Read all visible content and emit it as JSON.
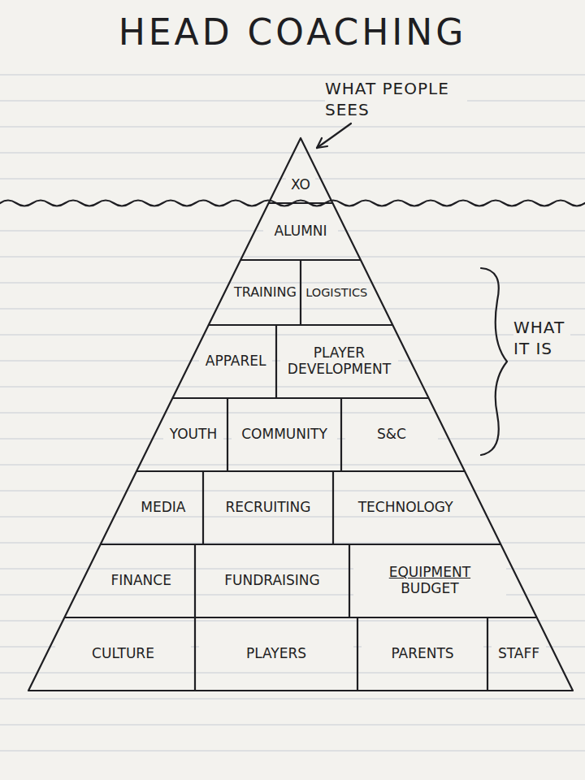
{
  "diagram": {
    "title": "HEAD COACHING",
    "nodes": [
      {
        "text": [
          "XO"
        ]
      },
      {
        "text": [
          "ALUMNI"
        ]
      },
      {
        "text": [
          "TRAINING"
        ]
      },
      {
        "text": [
          "LOGISTICS"
        ]
      },
      {
        "text": [
          "APPAREL"
        ]
      },
      {
        "text": [
          "PLAYER DEVELOPMENT"
        ]
      },
      {
        "text": [
          "YOUTH"
        ]
      },
      {
        "text": [
          "COMMUNITY"
        ]
      },
      {
        "text": [
          "S&C"
        ]
      },
      {
        "text": [
          "MEDIA"
        ]
      },
      {
        "text": [
          "RECRUITING"
        ]
      },
      {
        "text": [
          "TECHNOLOGY"
        ]
      },
      {
        "text": [
          "FINANCE"
        ]
      },
      {
        "text": [
          "FUNDRAISING"
        ]
      },
      {
        "text": [
          "EQUIPMENT",
          "BUDGET"
        ]
      },
      {
        "text": [
          "CULTURE"
        ]
      },
      {
        "text": [
          "PLAYERS"
        ]
      },
      {
        "text": [
          "PARENTS"
        ]
      },
      {
        "text": [
          "STAFF"
        ]
      }
    ],
    "labels": [
      "WHAT PEOPLE SEES",
      "WHAT IT IS"
    ]
  }
}
